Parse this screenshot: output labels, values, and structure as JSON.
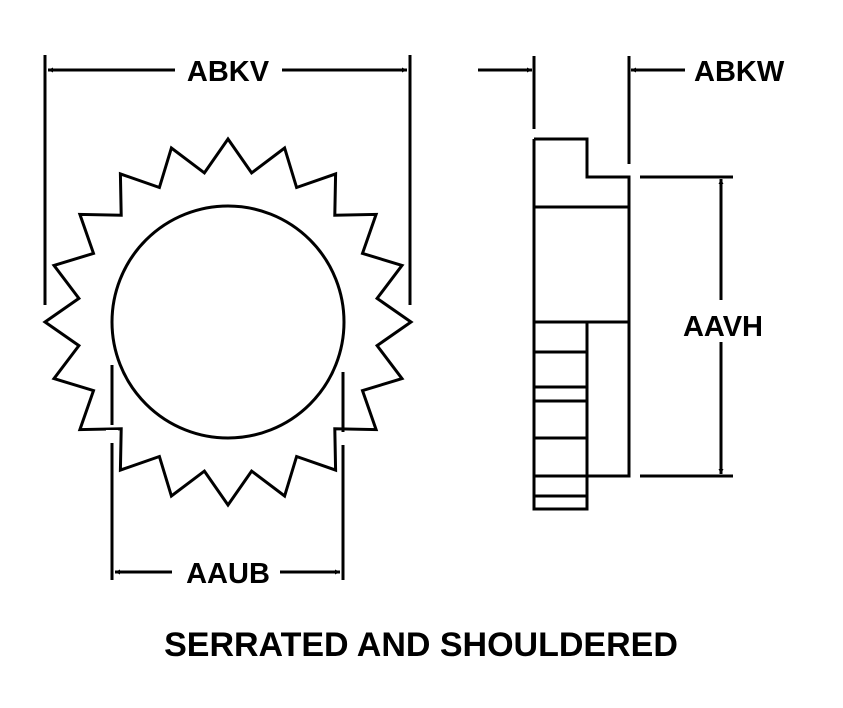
{
  "labels": {
    "front_width": "ABKV",
    "inner_diameter": "AAUB",
    "side_thickness": "ABKW",
    "shoulder_height": "AAVH"
  },
  "title": "SERRATED AND SHOULDERED",
  "colors": {
    "line": "#000000",
    "background": "#ffffff"
  }
}
